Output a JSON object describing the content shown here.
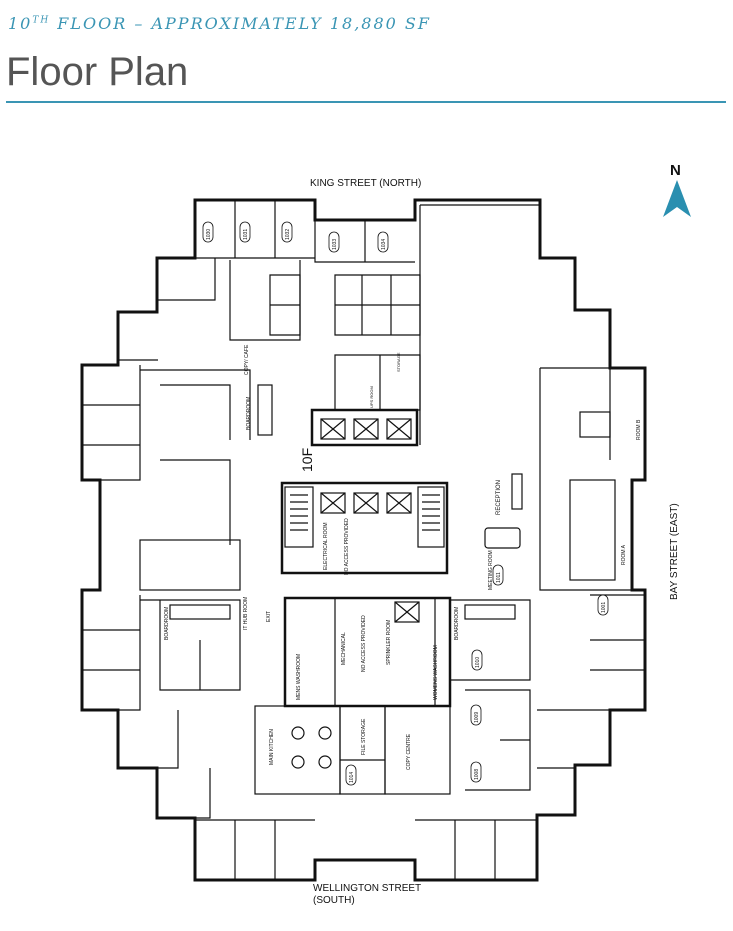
{
  "header": {
    "subtitle_prefix": "10",
    "subtitle_sup": "TH",
    "subtitle_rest": " FLOOR – APPROXIMATELY 18,880 SF",
    "title": "Floor Plan",
    "accent_color": "#3a95b4"
  },
  "compass": {
    "label": "N",
    "icon": "north-arrow-icon",
    "color": "#2a8fb0"
  },
  "streets": {
    "north": "KING STREET (NORTH)",
    "east": "BAY STREET (EAST)",
    "south_line1": "WELLINGTON STREET",
    "south_line2": "(SOUTH)"
  },
  "plan": {
    "floor_label": "10F",
    "rooms": {
      "reception": "RECEPTION",
      "room_a": "ROOM A",
      "room_b": "ROOM B",
      "boardroom": "BOARDROOM",
      "copy_cafe": "COPY/ CAFE",
      "electrical": "ELECTRICAL ROOM",
      "no_access": "NO ACCESS PROVIDED",
      "mechanical": "MECHANICAL",
      "sprinkler": "SPRINKLER ROOM",
      "mens": "MENS WASHROOM",
      "womens": "WOMENS WASHROOM",
      "kitchen": "MAIN KITCHEN",
      "file_storage": "FILE STORAGE",
      "copy_centre": "COPY CENTRE",
      "meeting": "MEETING ROOM",
      "it_hub": "IT HUB ROOM",
      "storage": "STORAGE",
      "ups": "UPS ROOM",
      "exit": "EXIT"
    },
    "room_numbers": [
      "1030",
      "1031",
      "1032",
      "1033",
      "1034",
      "1010",
      "1009",
      "1008",
      "1011",
      "1014",
      "1001"
    ]
  }
}
